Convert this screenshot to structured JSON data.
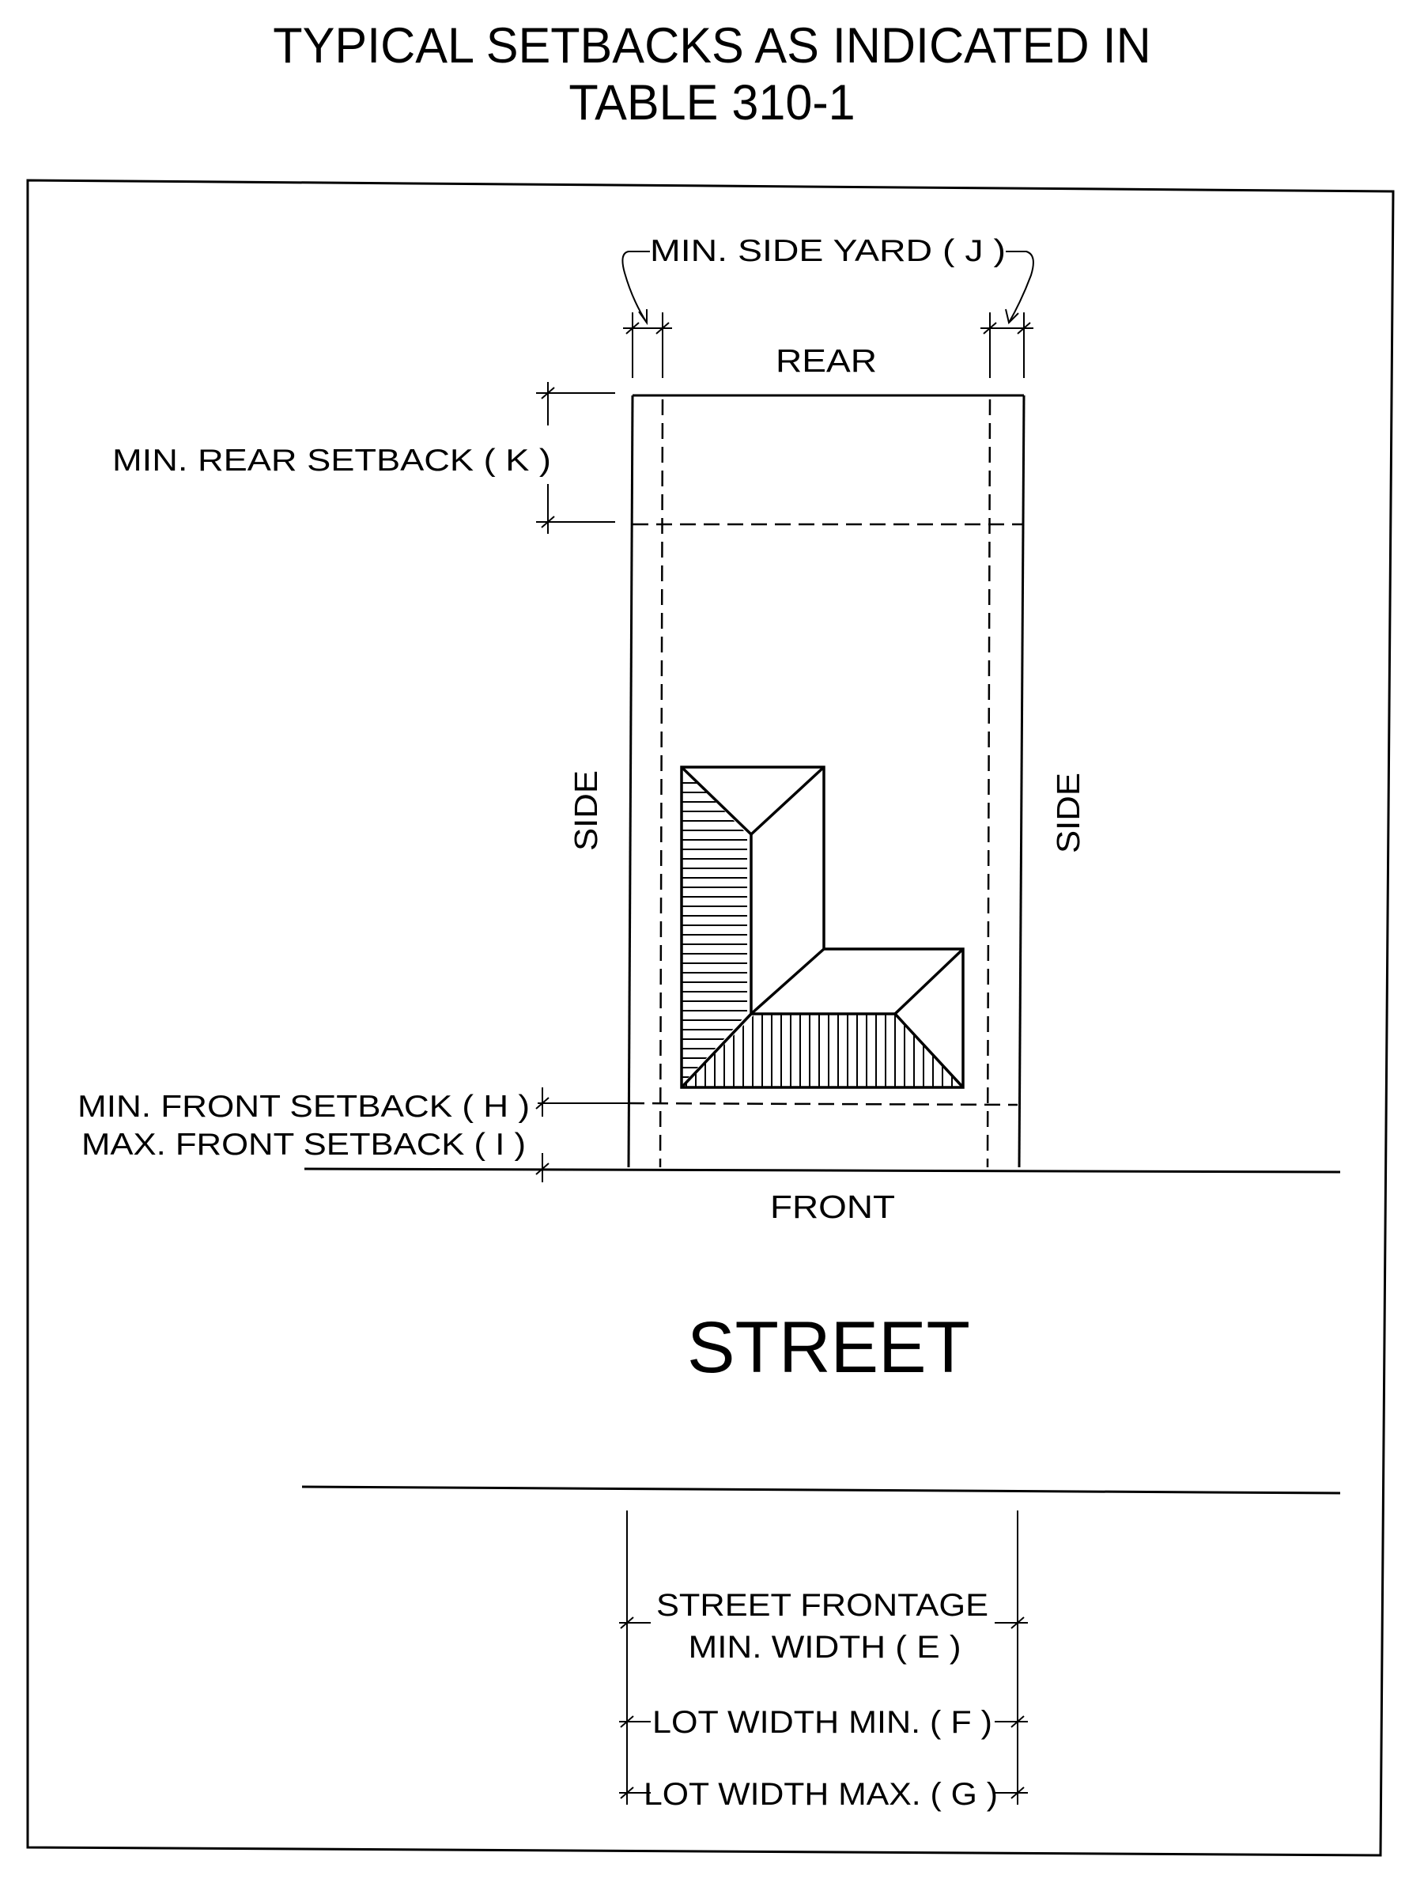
{
  "title": {
    "line1": "TYPICAL SETBACKS AS INDICATED IN",
    "line2": "TABLE 310-1"
  },
  "lot": {
    "rear_label": "REAR",
    "front_label": "FRONT",
    "side_left_label": "SIDE",
    "side_right_label": "SIDE",
    "street_label": "STREET"
  },
  "dimensions": {
    "side_yard": "MIN. SIDE YARD  ( J )",
    "rear_setback": "MIN. REAR SETBACK  ( K )",
    "front_setback_min": "MIN. FRONT SETBACK  ( H )",
    "front_setback_max": "MAX. FRONT SETBACK  ( I )",
    "frontage_line1": "STREET FRONTAGE",
    "frontage_line2": "MIN.  WIDTH ( E )",
    "lot_width_min": "LOT WIDTH MIN.  ( F )",
    "lot_width_max": "LOT WIDTH MAX.  ( G )"
  },
  "colors": {
    "ink": "#000000",
    "paper": "#ffffff"
  }
}
